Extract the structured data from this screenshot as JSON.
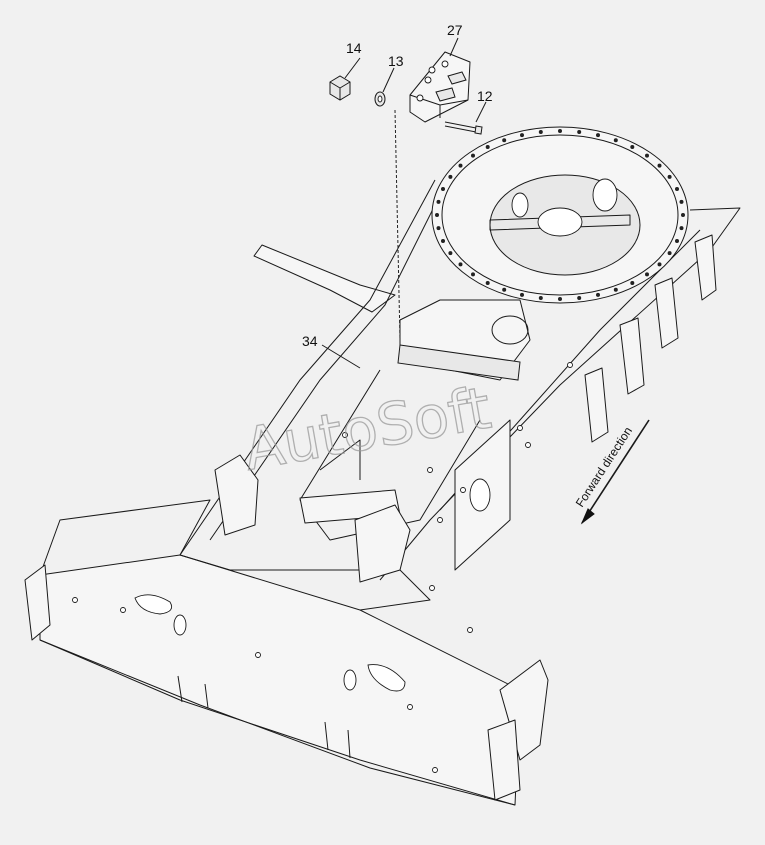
{
  "parts": [
    {
      "id": "14",
      "label": "14"
    },
    {
      "id": "13",
      "label": "13"
    },
    {
      "id": "27",
      "label": "27"
    },
    {
      "id": "12",
      "label": "12"
    },
    {
      "id": "34",
      "label": "34"
    }
  ],
  "direction_label": "Forward direction",
  "watermark": "AutoSoft"
}
